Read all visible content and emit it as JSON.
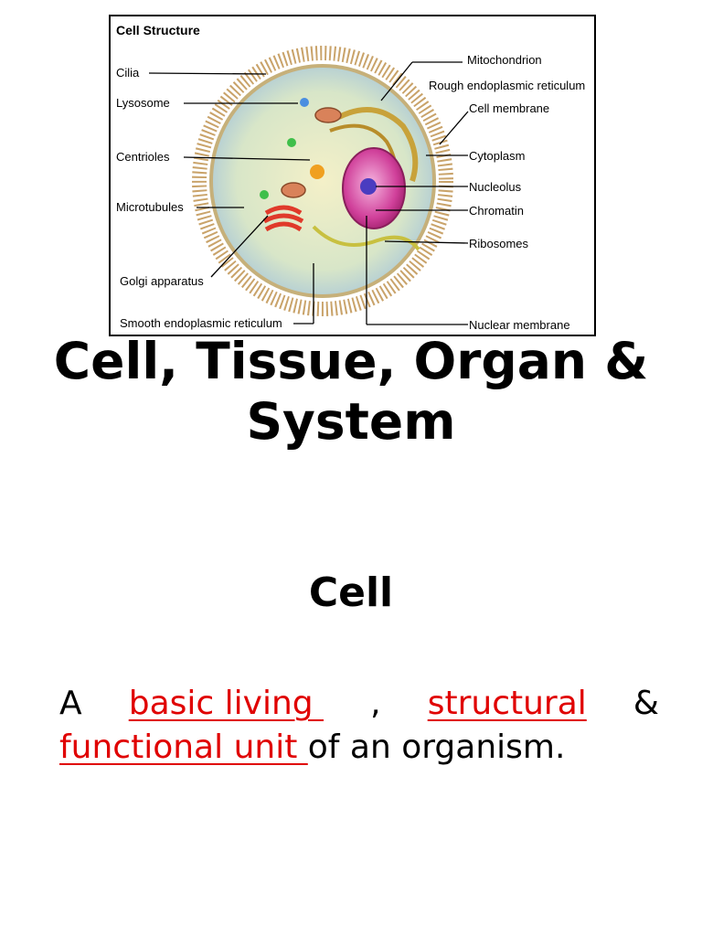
{
  "figure": {
    "title": "Cell Structure",
    "labels_left": {
      "cilia": "Cilia",
      "lysosome": "Lysosome",
      "centrioles": "Centrioles",
      "microtubules": "Microtubules",
      "golgi": "Golgi apparatus",
      "smooth_er": "Smooth endoplasmic reticulum"
    },
    "labels_right": {
      "mitochondrion": "Mitochondrion",
      "rough_er": "Rough endoplasmic reticulum",
      "cell_membrane": "Cell membrane",
      "cytoplasm": "Cytoplasm",
      "nucleolus": "Nucleolus",
      "chromatin": "Chromatin",
      "ribosomes": "Ribosomes",
      "nuclear_membrane": "Nuclear membrane"
    }
  },
  "title": "Cell, Tissue, Organ & System",
  "section": {
    "heading": "Cell",
    "definition": {
      "word_a": "A",
      "term_basic_living": "basic living ",
      "comma": ",",
      "term_structural": "structural",
      "ampersand": "&",
      "term_functional_unit": "functional unit ",
      "rest": "of an organism."
    }
  },
  "colors": {
    "highlight": "#e00000",
    "text": "#000000"
  }
}
